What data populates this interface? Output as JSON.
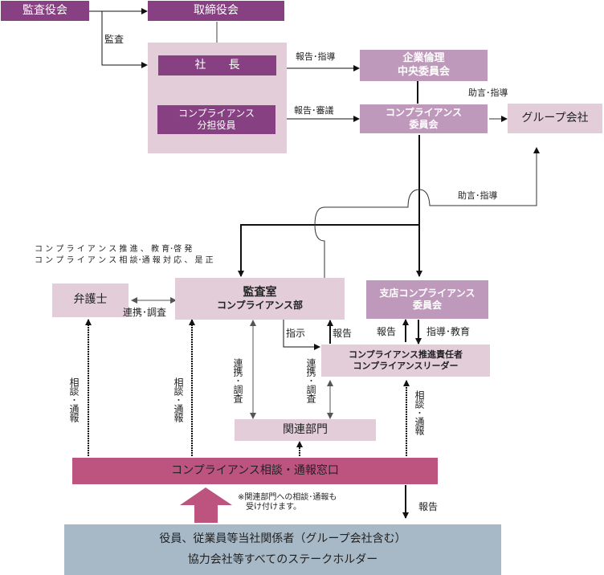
{
  "top": {
    "audit_board": "監査役会",
    "board_of_directors": "取締役会",
    "audit_label": "監査"
  },
  "executives": {
    "president": "社　　長",
    "compliance_officer_line1": "コンプライアンス",
    "compliance_officer_line2": "分担役員"
  },
  "committees": {
    "ethics_line1": "企業倫理",
    "ethics_line2": "中央委員会",
    "compliance_line1": "コンプライアンス",
    "compliance_line2": "委員会",
    "group_companies": "グループ会社",
    "branch_line1": "支店コンプライアンス",
    "branch_line2": "委員会"
  },
  "edge_labels": {
    "report_guidance": "報告･指導",
    "report_deliberation": "報告･審議",
    "advice_guidance_1": "助言･指導",
    "advice_guidance_2": "助言･指導",
    "cooperation_investigation": "連携･調査",
    "instruction": "指示",
    "report_1": "報告",
    "report_2": "報告",
    "guidance_education": "指導･教育",
    "report_3": "報告",
    "vertical_coop_1": "連携･調査",
    "vertical_coop_2": "連携･調査",
    "vertical_consult_1": "相談･通報",
    "vertical_consult_2": "相談･通報",
    "vertical_consult_3": "相談･通報"
  },
  "department_roles": {
    "line1": "コ ン プ ラ イ ア ン ス 推 進 、 教 育･啓 発",
    "line2": "コ ン プ ラ イ ア ン ス 相 談･通 報 対 応 、 是 正"
  },
  "departments": {
    "lawyer": "弁護士",
    "audit_office_line1": "監査室",
    "audit_office_line2": "コンプライアンス部",
    "promoter_line1": "コンプライアンス推進責任者",
    "promoter_line2": "コンプライアンスリーダー",
    "related_departments": "関連部門"
  },
  "hotline": {
    "label": "コンプライアンス相談・通報窓口",
    "note_line1": "※関連部門への相談･通報も",
    "note_line2": "受け付けます。"
  },
  "stakeholders": {
    "line1": "役員、従業員等当社関係者（グループ会社含む）",
    "line2": "協力会社等すべてのステークホルダー"
  },
  "colors": {
    "dark_purple": "#874082",
    "mid_purple": "#bf99bc",
    "light_purple": "#e2cdd9",
    "pink": "#bd5480",
    "grey_blue": "#a7b8c6"
  }
}
